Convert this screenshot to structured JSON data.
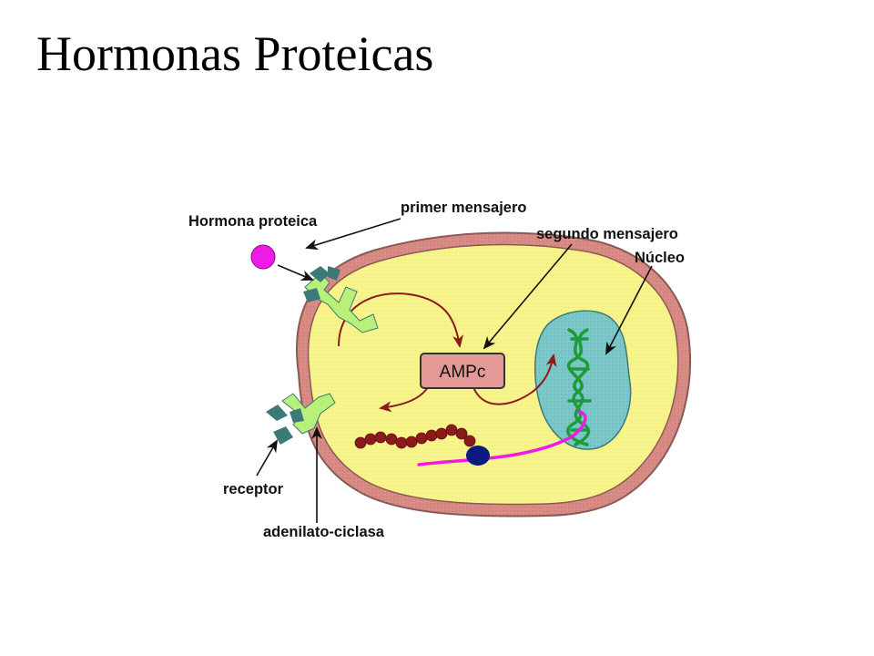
{
  "slide": {
    "title": "Hormonas Proteicas"
  },
  "diagram": {
    "labels": {
      "hormone": "Hormona proteica",
      "first_messenger": "primer mensajero",
      "second_messenger": "segundo mensajero",
      "nucleus": "Núcleo",
      "ampc": "AMPc",
      "receptor": "receptor",
      "adenylate_cyclase": "adenilato-ciclasa"
    },
    "colors": {
      "cytoplasm": "#f8f48c",
      "membrane": "#d98b86",
      "membrane_outline": "#8a5a55",
      "nucleus": "#7cc8c8",
      "hormone": "#f01ae6",
      "receptor_light": "#b8f07a",
      "receptor_dark": "#3c7a78",
      "arrow_red": "#8b1a1a",
      "dna": "#1f9a3a",
      "mrna": "#f01ae6",
      "ribosome": "#0a1a80",
      "protein_beads": "#8b1a1a",
      "ampc_box": "#e39a96"
    },
    "icons": [
      "hormone-molecule",
      "receptor-shape",
      "dna-helix",
      "ribosome",
      "protein-chain"
    ]
  }
}
